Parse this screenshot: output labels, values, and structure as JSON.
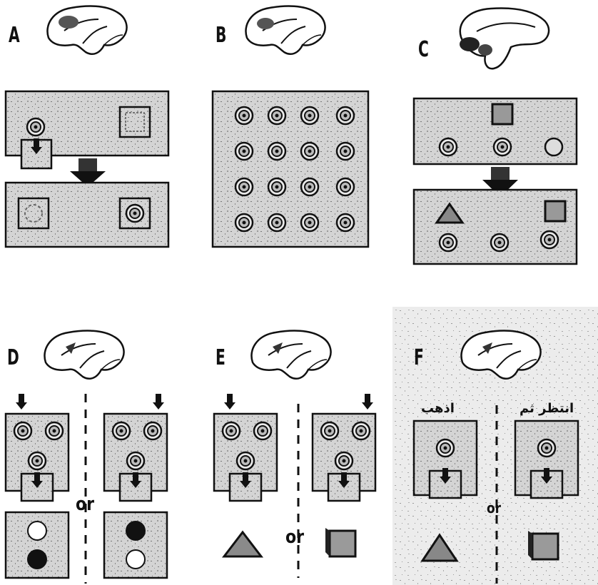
{
  "panels": {
    "a": {
      "letter": "A"
    },
    "b": {
      "letter": "B"
    },
    "c": {
      "letter": "C"
    },
    "d": {
      "letter": "D",
      "or_label": "or"
    },
    "e": {
      "letter": "E",
      "or_label": "or"
    },
    "f": {
      "letter": "F",
      "or_label": "or",
      "go_label": "اذهب",
      "wait_label": "انتظر ثم"
    }
  },
  "colors": {
    "board": "#cfcfcf",
    "board_edge": "#2a2a2a",
    "ink": "#111111",
    "speckle": "#8a8a8a"
  }
}
